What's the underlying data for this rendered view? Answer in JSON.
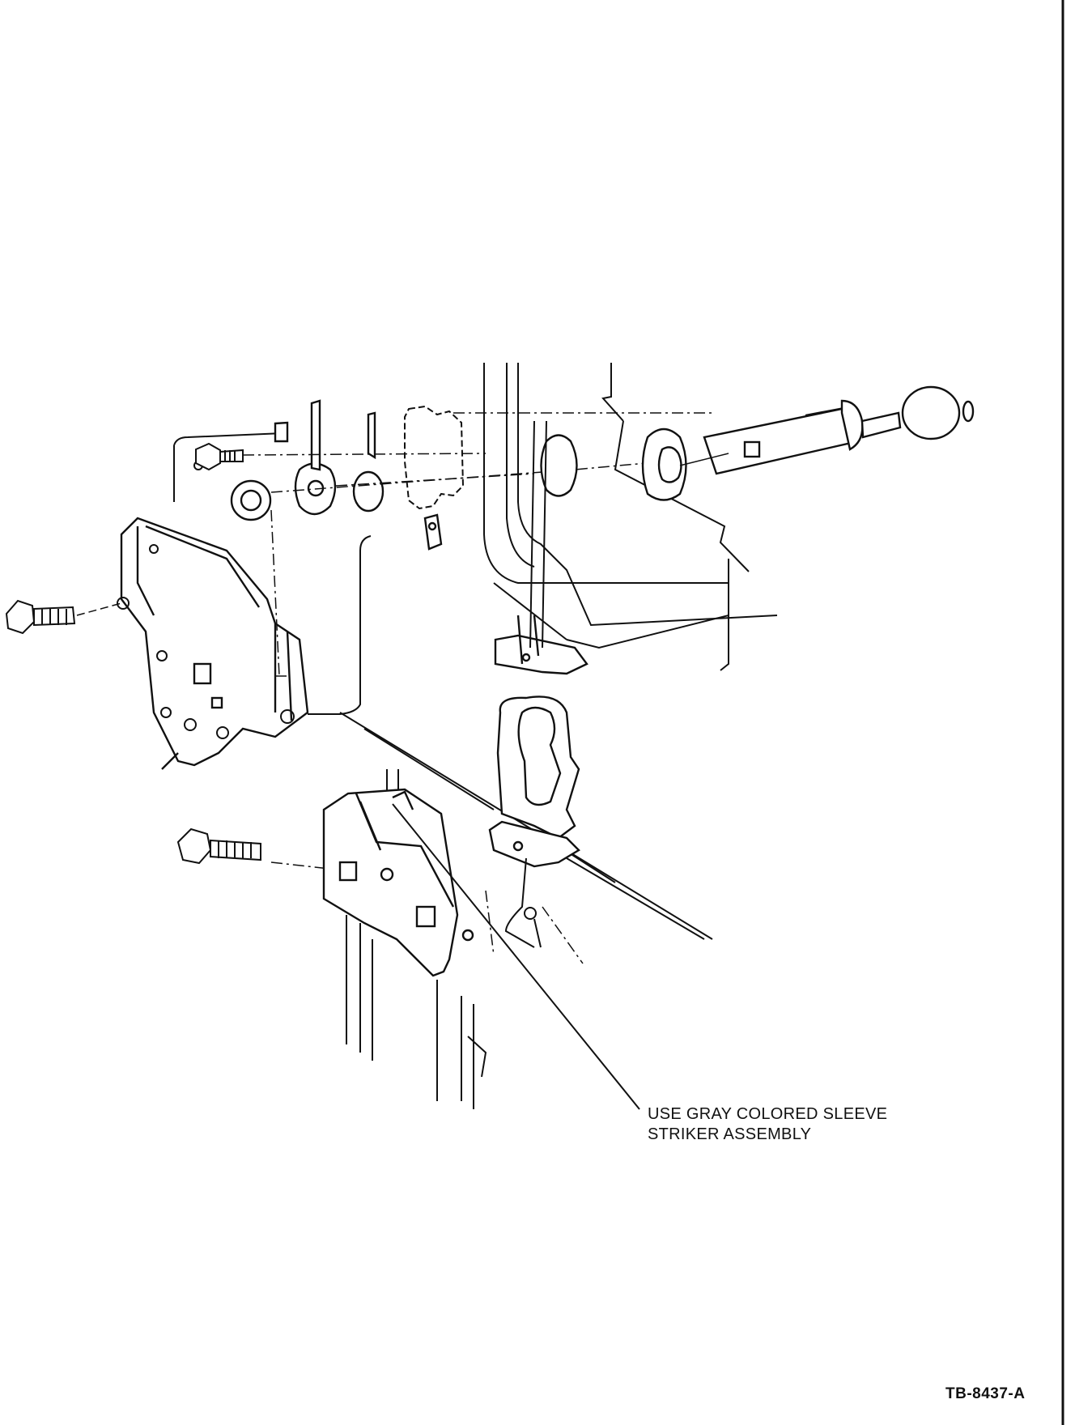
{
  "callout": {
    "line1": "USE GRAY COLORED SLEEVE",
    "line2": "STRIKER ASSEMBLY"
  },
  "figure_id": "TB-8437-A",
  "colors": {
    "ink": "#111111",
    "background": "#ffffff"
  }
}
